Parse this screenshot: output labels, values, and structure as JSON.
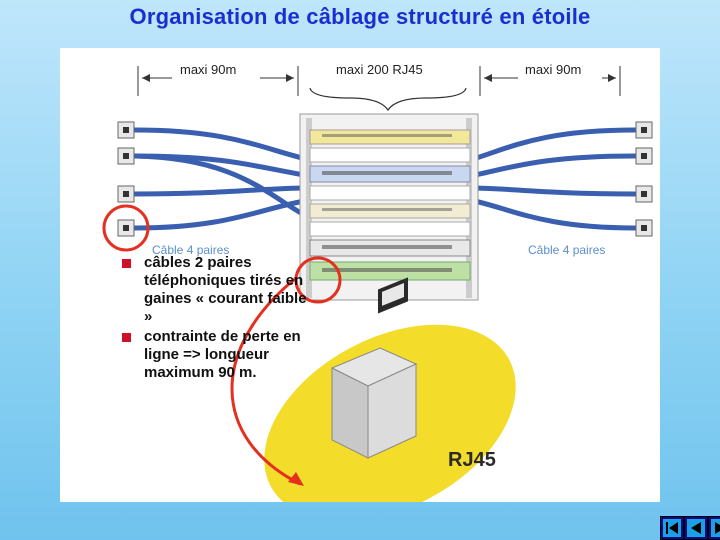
{
  "title": "Organisation de câblage structuré en étoile",
  "diagram": {
    "dim_left": "maxi 90m",
    "dim_center": "maxi 200 RJ45",
    "dim_right": "maxi 90m",
    "cable_left": "Câble 4 paires",
    "cable_right": "Câble 4 paires",
    "connector_label": "RJ45"
  },
  "bullets": [
    "câbles 2 paires téléphoniques tirés en gaines « courant faible »",
    "contrainte de perte en ligne => longueur maximum 90 m."
  ],
  "colors": {
    "title": "#1a2fd0",
    "highlight_circle": "#e53020",
    "cable": "#3a5fb0",
    "yellow_blob": "#f4dc2a"
  },
  "nav": {
    "first": "first-slide-icon",
    "prev": "previous-slide-icon",
    "next": "next-slide-icon"
  }
}
